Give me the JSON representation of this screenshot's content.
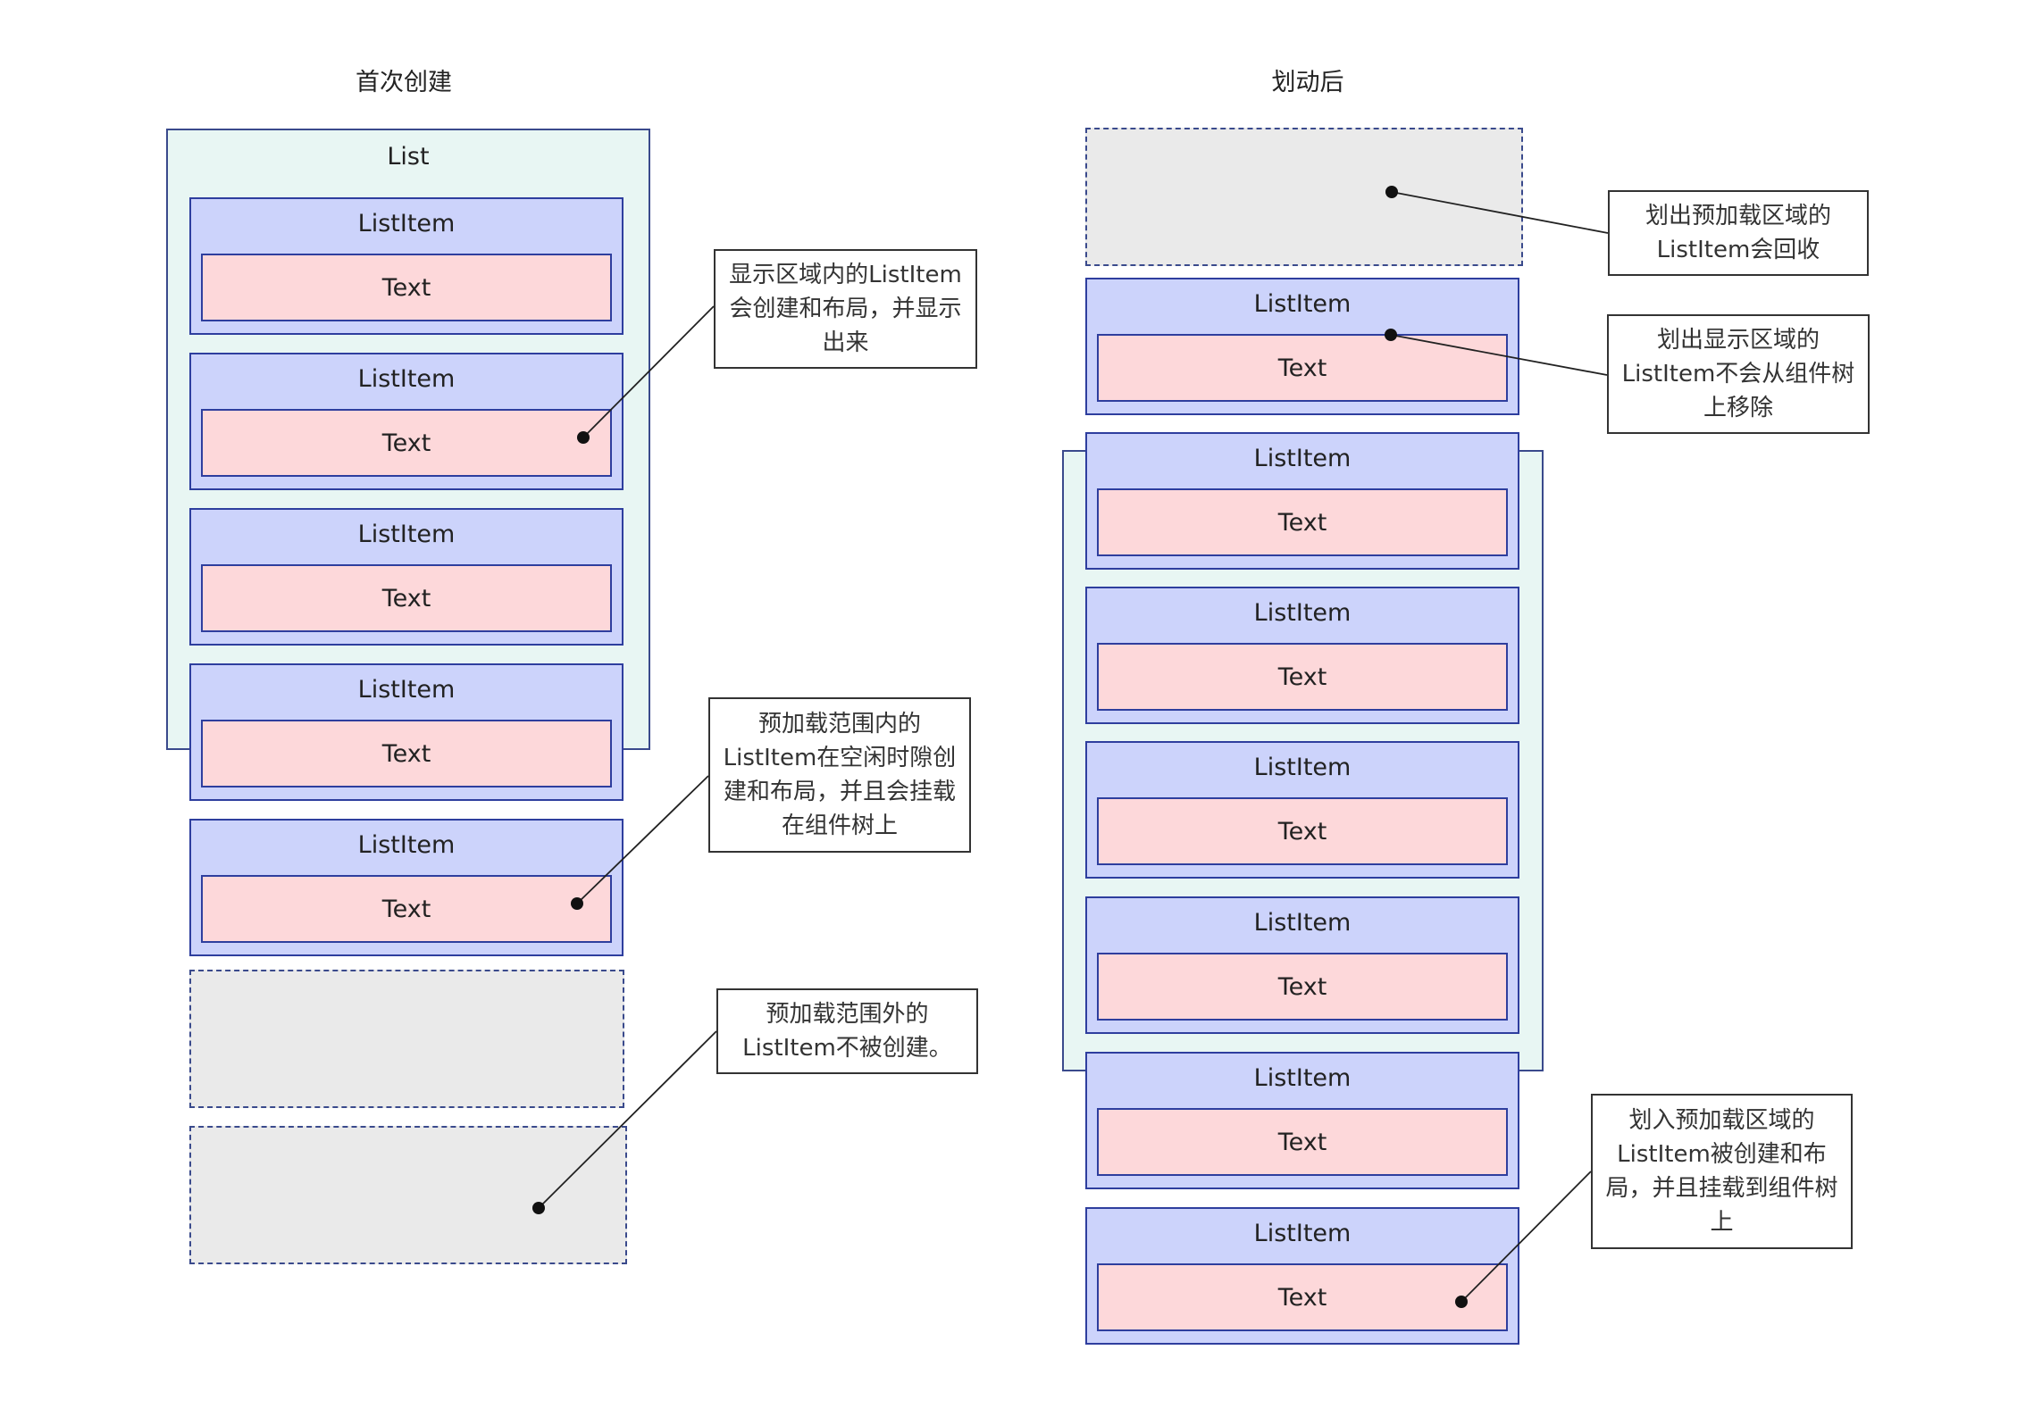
{
  "titles": {
    "left": "首次创建",
    "right": "划动后"
  },
  "list_label": "List",
  "item_label": "ListItem",
  "text_label": "Text",
  "notes": {
    "visible_area": "显示区域内的ListItem会创建和布局，并显示出来",
    "preload_inside": "预加载范围内的ListItem在空闲时隙创建和布局，并且会挂载在组件树上",
    "preload_outside": "预加载范围外的ListItem不被创建。",
    "recycled": "划出预加载区域的ListItem会回收",
    "not_removed": "划出显示区域的ListItem不会从组件树上移除",
    "created_mounted": "划入预加载区域的ListItem被创建和布局，并且挂载到组件树上"
  }
}
